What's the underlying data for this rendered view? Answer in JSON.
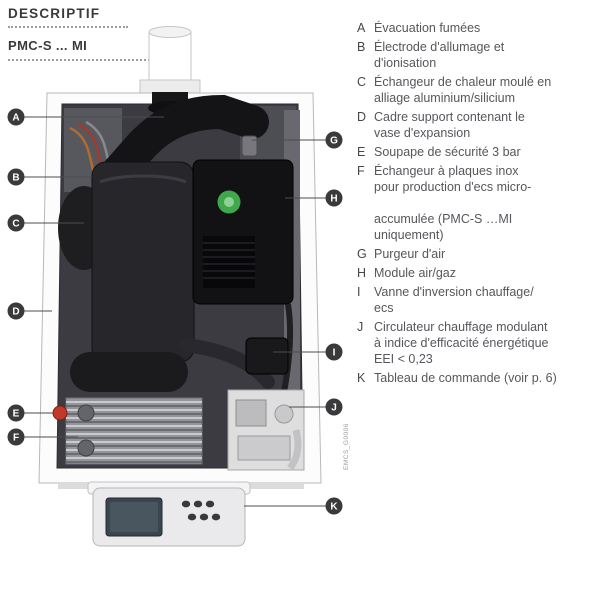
{
  "header": {
    "title": "DESCRIPTIF",
    "model": "PMC-S ... MI"
  },
  "figure": {
    "code": "EMCS_G0006"
  },
  "legend": {
    "items": [
      {
        "letter": "A",
        "text": "Évacuation fumées"
      },
      {
        "letter": "B",
        "text": "Électrode d'allumage et\nd'ionisation"
      },
      {
        "letter": "C",
        "text": "Échangeur de chaleur moulé en\nalliage aluminium/silicium"
      },
      {
        "letter": "D",
        "text": "Cadre support contenant le\nvase d'expansion"
      },
      {
        "letter": "E",
        "text": "Soupape de sécurité 3 bar"
      },
      {
        "letter": "F",
        "text": "Échangeur à plaques inox\npour production d'ecs micro-\n\naccumulée (PMC-S …MI\nuniquement)"
      },
      {
        "letter": "G",
        "text": "Purgeur d'air"
      },
      {
        "letter": "H",
        "text": "Module air/gaz"
      },
      {
        "letter": "I",
        "text": "Vanne d'inversion chauffage/\necs"
      },
      {
        "letter": "J",
        "text": "Circulateur chauffage modulant\nà indice d'efficacité énergétique\nEEI < 0,23"
      },
      {
        "letter": "K",
        "text": "Tableau de commande (voir p. 6)"
      }
    ]
  },
  "colors": {
    "accent_green": "#3fa84b",
    "valve_red": "#c03a2b",
    "marker": "#3a3a3c",
    "text": "#55575b"
  }
}
